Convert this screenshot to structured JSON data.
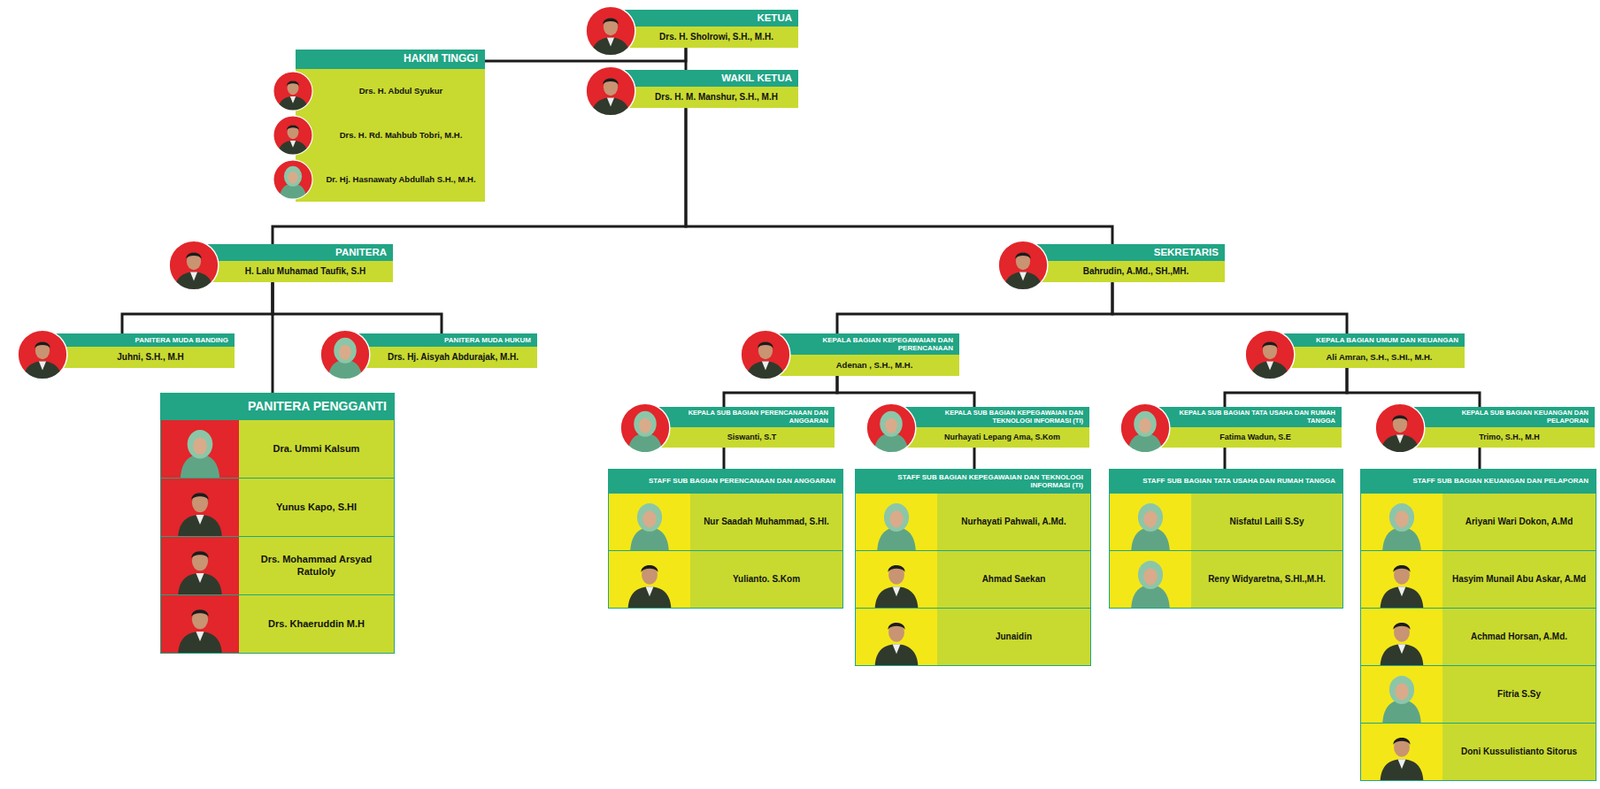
{
  "diagram": {
    "nodes": [
      {
        "text": [
          "KETUA",
          "Drs. H. Sholrowi, S.H., M.H."
        ]
      },
      {
        "text": [
          "HAKIM TINGGI"
        ]
      },
      {
        "text": [
          "Drs. H. Abdul Syukur"
        ],
        "in": 1
      },
      {
        "text": [
          "Drs. H. Rd. Mahbub Tobri, M.H."
        ],
        "in": 1
      },
      {
        "text": [
          "Dr. Hj. Hasnawaty Abdullah S.H., M.H."
        ],
        "in": 1
      },
      {
        "text": [
          "WAKIL KETUA",
          "Drs. H. M. Manshur, S.H., M.H"
        ]
      },
      {
        "text": [
          "PANITERA",
          "H. Lalu Muhamad Taufik, S.H"
        ]
      },
      {
        "text": [
          "SEKRETARIS",
          "Bahrudin, A.Md., SH.,MH."
        ]
      },
      {
        "text": [
          "PANITERA MUDA BANDING",
          "Juhni, S.H., M.H"
        ]
      },
      {
        "text": [
          "PANITERA MUDA HUKUM",
          "Drs. Hj. Aisyah Abdurajak, M.H."
        ]
      },
      {
        "text": [
          "PANITERA PENGGANTI"
        ]
      },
      {
        "text": [
          "Dra. Ummi Kalsum"
        ],
        "in": 10
      },
      {
        "text": [
          "Yunus Kapo, S.HI"
        ],
        "in": 10
      },
      {
        "text": [
          "Drs. Mohammad Arsyad Ratuloly"
        ],
        "in": 10
      },
      {
        "text": [
          "Drs. Khaeruddin M.H"
        ],
        "in": 10
      },
      {
        "text": [
          "KEPALA BAGIAN KEPEGAWAIAN DAN PERENCANAAN",
          "Adenan , S.H., M.H."
        ]
      },
      {
        "text": [
          "KEPALA BAGIAN UMUM DAN KEUANGAN",
          "Ali Amran, S.H., S.HI., M.H."
        ]
      },
      {
        "text": [
          "KEPALA SUB BAGIAN PERENCANAAN DAN ANGGARAN",
          "Siswanti, S.T"
        ]
      },
      {
        "text": [
          "KEPALA SUB BAGIAN KEPEGAWAIAN DAN TEKNOLOGI INFORMASI (TI)",
          "Nurhayati Lepang Ama, S.Kom"
        ]
      },
      {
        "text": [
          "KEPALA SUB BAGIAN TATA USAHA DAN RUMAH TANGGA",
          "Fatima Wadun, S.E"
        ]
      },
      {
        "text": [
          "KEPALA SUB BAGIAN KEUANGAN DAN PELAPORAN",
          "Trimo, S.H., M.H"
        ]
      },
      {
        "text": [
          "STAFF SUB BAGIAN PERENCANAAN DAN ANGGARAN"
        ]
      },
      {
        "text": [
          "Nur Saadah Muhammad, S.HI."
        ],
        "in": 21
      },
      {
        "text": [
          "Yulianto. S.Kom"
        ],
        "in": 21
      },
      {
        "text": [
          "STAFF SUB BAGIAN KEPEGAWAIAN DAN TEKNOLOGI INFORMASI (TI)"
        ]
      },
      {
        "text": [
          "Nurhayati Pahwali, A.Md."
        ],
        "in": 24
      },
      {
        "text": [
          "Ahmad Saekan"
        ],
        "in": 24
      },
      {
        "text": [
          "Junaidin"
        ],
        "in": 24
      },
      {
        "text": [
          "STAFF SUB BAGIAN TATA USAHA DAN RUMAH TANGGA"
        ]
      },
      {
        "text": [
          "Nisfatul Laili S.Sy"
        ],
        "in": 28
      },
      {
        "text": [
          "Reny Widyaretna, S.HI.,M.H."
        ],
        "in": 28
      },
      {
        "text": [
          "STAFF SUB BAGIAN KEUANGAN DAN PELAPORAN"
        ]
      },
      {
        "text": [
          "Ariyani Wari Dokon, A.Md"
        ],
        "in": 31
      },
      {
        "text": [
          "Hasyim Munail Abu Askar, A.Md"
        ],
        "in": 31
      },
      {
        "text": [
          "Achmad Horsan, A.Md."
        ],
        "in": 31
      },
      {
        "text": [
          "Fitria S.Sy"
        ],
        "in": 31
      },
      {
        "text": [
          "Doni Kussulistianto Sitorus"
        ],
        "in": 31
      }
    ],
    "edges": [
      {
        "from": 0,
        "to": 5,
        "arrow": "none"
      },
      {
        "from": 0,
        "to": 1,
        "arrow": "none"
      },
      {
        "from": 5,
        "to": 6,
        "arrow": "none"
      },
      {
        "from": 5,
        "to": 7,
        "arrow": "none"
      },
      {
        "from": 6,
        "to": 8,
        "arrow": "none"
      },
      {
        "from": 6,
        "to": 9,
        "arrow": "none"
      },
      {
        "from": 6,
        "to": 10,
        "arrow": "none"
      },
      {
        "from": 7,
        "to": 15,
        "arrow": "none"
      },
      {
        "from": 7,
        "to": 16,
        "arrow": "none"
      },
      {
        "from": 15,
        "to": 17,
        "arrow": "none"
      },
      {
        "from": 15,
        "to": 18,
        "arrow": "none"
      },
      {
        "from": 16,
        "to": 19,
        "arrow": "none"
      },
      {
        "from": 16,
        "to": 20,
        "arrow": "none"
      },
      {
        "from": 17,
        "to": 21,
        "arrow": "none"
      },
      {
        "from": 18,
        "to": 24,
        "arrow": "none"
      },
      {
        "from": 19,
        "to": 28,
        "arrow": "none"
      },
      {
        "from": 20,
        "to": 31,
        "arrow": "none"
      }
    ]
  }
}
